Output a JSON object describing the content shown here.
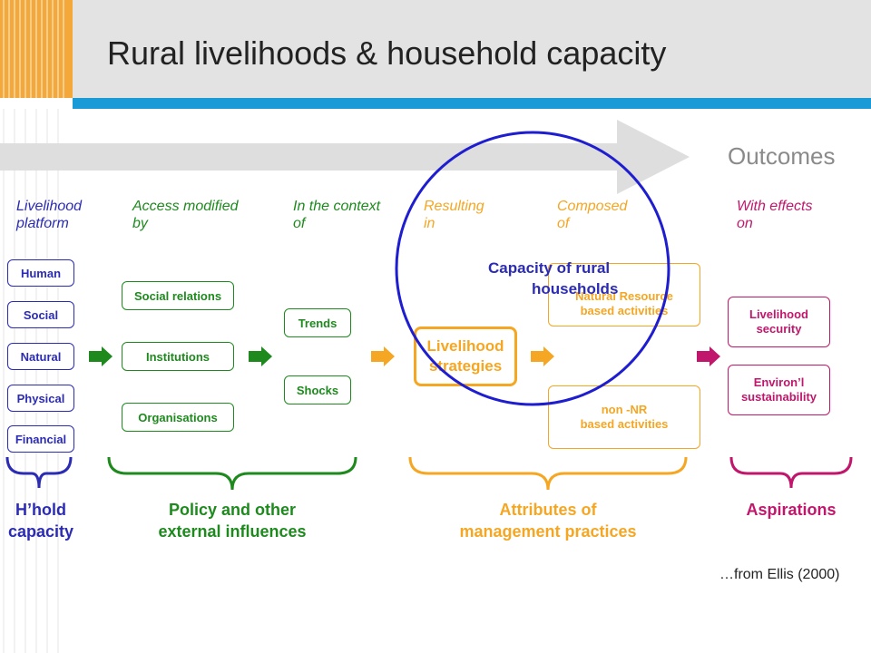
{
  "title": "Rural livelihoods & household capacity",
  "outcomes_label": "Outcomes",
  "column_labels": [
    {
      "line1": "Livelihood",
      "line2": "platform"
    },
    {
      "line1": "Access modified",
      "line2": "by"
    },
    {
      "line1": "In the context",
      "line2": "of"
    },
    {
      "line1": "Resulting",
      "line2": "in"
    },
    {
      "line1": "Composed",
      "line2": "of"
    },
    {
      "line1": "With effects",
      "line2": "on"
    }
  ],
  "platform_items": [
    "Human",
    "Social",
    "Natural",
    "Physical",
    "Financial"
  ],
  "access_items": [
    "Social relations",
    "Institutions",
    "Organisations"
  ],
  "context_items": [
    "Trends",
    "Shocks"
  ],
  "strategy": {
    "line1": "Livelihood",
    "line2": "strategies"
  },
  "activities": [
    {
      "line1": "Natural Resource",
      "line2": "based activities"
    },
    {
      "line1": "non -NR",
      "line2": "based activities"
    }
  ],
  "effects": [
    {
      "line1": "Livelihood",
      "line2": "security"
    },
    {
      "line1": "Environ’l",
      "line2": "sustainability"
    }
  ],
  "capacity_circle": {
    "line1": "Capacity of rural",
    "line2": "households"
  },
  "bottom_labels": [
    {
      "line1": "H’hold",
      "line2": "capacity"
    },
    {
      "line1": "Policy and other",
      "line2": "external influences"
    },
    {
      "line1": "Attributes of",
      "line2": "management practices"
    },
    {
      "line1": "Aspirations",
      "line2": ""
    }
  ],
  "source_note": "…from Ellis (2000)",
  "colors": {
    "navy": "#2b2bb4",
    "green": "#1e8a1e",
    "orange": "#f5a623",
    "magenta": "#c0176c",
    "header_orange": "#f4a83a",
    "header_blue": "#1a9ad6",
    "header_grey": "#e3e3e3",
    "arrow_grey": "#dedede"
  }
}
